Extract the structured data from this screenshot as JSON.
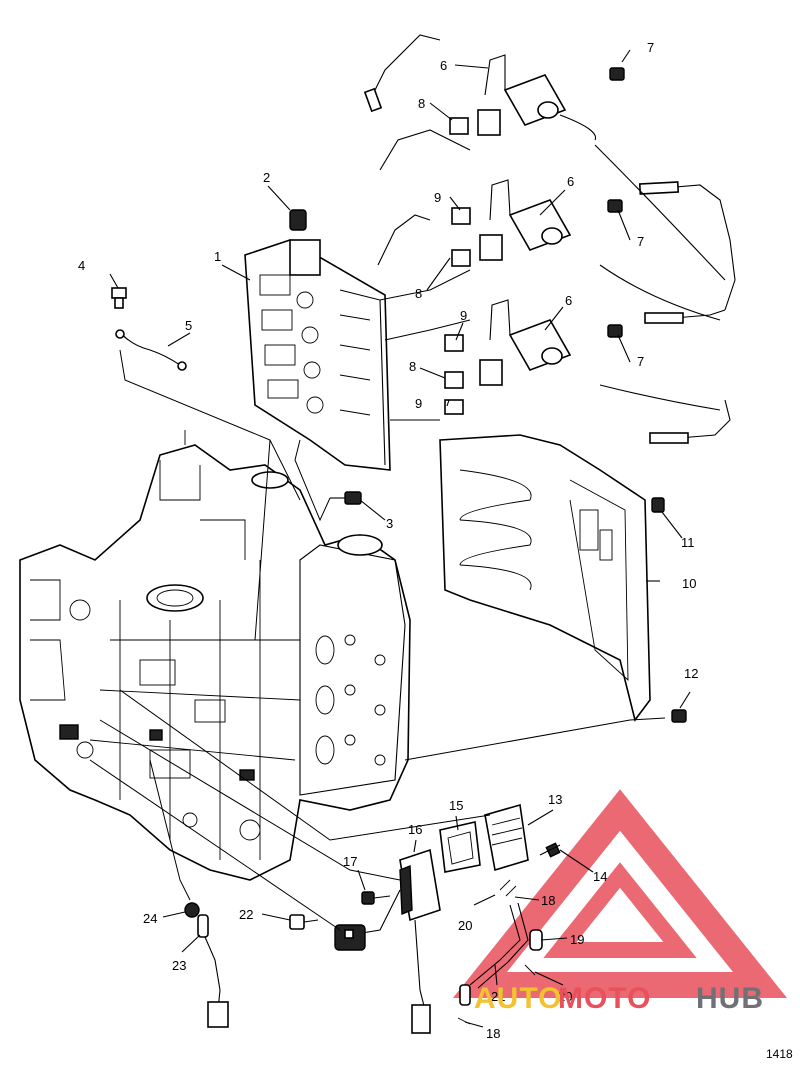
{
  "diagram": {
    "figure_number": "1418",
    "callouts": [
      {
        "id": "c1",
        "label": "1"
      },
      {
        "id": "c2",
        "label": "2"
      },
      {
        "id": "c3",
        "label": "3"
      },
      {
        "id": "c4",
        "label": "4"
      },
      {
        "id": "c5",
        "label": "5"
      },
      {
        "id": "c6a",
        "label": "6"
      },
      {
        "id": "c6b",
        "label": "6"
      },
      {
        "id": "c6c",
        "label": "6"
      },
      {
        "id": "c7a",
        "label": "7"
      },
      {
        "id": "c7b",
        "label": "7"
      },
      {
        "id": "c7c",
        "label": "7"
      },
      {
        "id": "c8a",
        "label": "8"
      },
      {
        "id": "c8b",
        "label": "8"
      },
      {
        "id": "c8c",
        "label": "8"
      },
      {
        "id": "c9a",
        "label": "9"
      },
      {
        "id": "c9b",
        "label": "9"
      },
      {
        "id": "c9c",
        "label": "9"
      },
      {
        "id": "c10",
        "label": "10"
      },
      {
        "id": "c11",
        "label": "11"
      },
      {
        "id": "c12",
        "label": "12"
      },
      {
        "id": "c13",
        "label": "13"
      },
      {
        "id": "c14",
        "label": "14"
      },
      {
        "id": "c15",
        "label": "15"
      },
      {
        "id": "c16",
        "label": "16"
      },
      {
        "id": "c17",
        "label": "17"
      },
      {
        "id": "c18a",
        "label": "18"
      },
      {
        "id": "c18b",
        "label": "18"
      },
      {
        "id": "c19",
        "label": "19"
      },
      {
        "id": "c20a",
        "label": "20"
      },
      {
        "id": "c20b",
        "label": "20"
      },
      {
        "id": "c21",
        "label": "21"
      },
      {
        "id": "c22",
        "label": "22"
      },
      {
        "id": "c23",
        "label": "23"
      },
      {
        "id": "c24",
        "label": "24"
      }
    ]
  },
  "watermark": {
    "part1": "AUTO",
    "part2": "MOTO",
    "part3": "HUB",
    "color_red": "#e8505b",
    "color_yellow": "#f2c230",
    "color_grey": "#6f7175"
  }
}
